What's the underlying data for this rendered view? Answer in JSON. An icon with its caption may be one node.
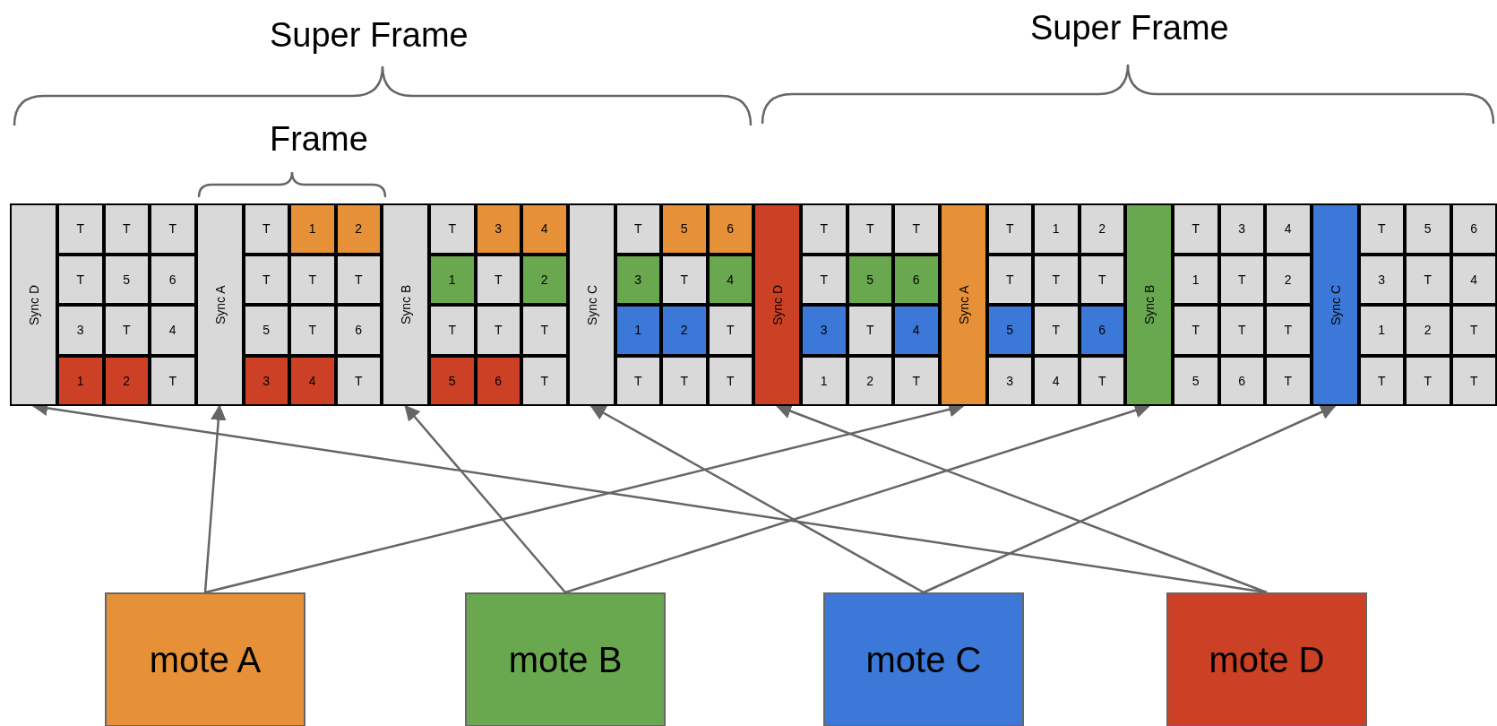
{
  "diagram": {
    "nodes": [
      {
        "text": [
          "Sync D"
        ]
      },
      {
        "text": [
          "T"
        ]
      },
      {
        "text": [
          "T"
        ]
      },
      {
        "text": [
          "T"
        ]
      },
      {
        "text": [
          "T"
        ]
      },
      {
        "text": [
          "5"
        ]
      },
      {
        "text": [
          "6"
        ]
      },
      {
        "text": [
          "3"
        ]
      },
      {
        "text": [
          "T"
        ]
      },
      {
        "text": [
          "4"
        ]
      },
      {
        "text": [
          "1"
        ]
      },
      {
        "text": [
          "2"
        ]
      },
      {
        "text": [
          "T"
        ]
      },
      {
        "text": [
          "Sync A"
        ]
      },
      {
        "text": [
          "T"
        ]
      },
      {
        "text": [
          "1"
        ]
      },
      {
        "text": [
          "2"
        ]
      },
      {
        "text": [
          "T"
        ]
      },
      {
        "text": [
          "T"
        ]
      },
      {
        "text": [
          "T"
        ]
      },
      {
        "text": [
          "5"
        ]
      },
      {
        "text": [
          "T"
        ]
      },
      {
        "text": [
          "6"
        ]
      },
      {
        "text": [
          "3"
        ]
      },
      {
        "text": [
          "4"
        ]
      },
      {
        "text": [
          "T"
        ]
      },
      {
        "text": [
          "Sync B"
        ]
      },
      {
        "text": [
          "T"
        ]
      },
      {
        "text": [
          "3"
        ]
      },
      {
        "text": [
          "4"
        ]
      },
      {
        "text": [
          "1"
        ]
      },
      {
        "text": [
          "T"
        ]
      },
      {
        "text": [
          "2"
        ]
      },
      {
        "text": [
          "T"
        ]
      },
      {
        "text": [
          "T"
        ]
      },
      {
        "text": [
          "T"
        ]
      },
      {
        "text": [
          "5"
        ]
      },
      {
        "text": [
          "6"
        ]
      },
      {
        "text": [
          "T"
        ]
      },
      {
        "text": [
          "Sync C"
        ]
      },
      {
        "text": [
          "T"
        ]
      },
      {
        "text": [
          "5"
        ]
      },
      {
        "text": [
          "6"
        ]
      },
      {
        "text": [
          "3"
        ]
      },
      {
        "text": [
          "T"
        ]
      },
      {
        "text": [
          "4"
        ]
      },
      {
        "text": [
          "1"
        ]
      },
      {
        "text": [
          "2"
        ]
      },
      {
        "text": [
          "T"
        ]
      },
      {
        "text": [
          "T"
        ]
      },
      {
        "text": [
          "T"
        ]
      },
      {
        "text": [
          "T"
        ]
      },
      {
        "text": [
          "Sync D"
        ]
      },
      {
        "text": [
          "T"
        ]
      },
      {
        "text": [
          "T"
        ]
      },
      {
        "text": [
          "T"
        ]
      },
      {
        "text": [
          "T"
        ]
      },
      {
        "text": [
          "5"
        ]
      },
      {
        "text": [
          "6"
        ]
      },
      {
        "text": [
          "3"
        ]
      },
      {
        "text": [
          "T"
        ]
      },
      {
        "text": [
          "4"
        ]
      },
      {
        "text": [
          "1"
        ]
      },
      {
        "text": [
          "2"
        ]
      },
      {
        "text": [
          "T"
        ]
      },
      {
        "text": [
          "Sync A"
        ]
      },
      {
        "text": [
          "T"
        ]
      },
      {
        "text": [
          "1"
        ]
      },
      {
        "text": [
          "2"
        ]
      },
      {
        "text": [
          "T"
        ]
      },
      {
        "text": [
          "T"
        ]
      },
      {
        "text": [
          "T"
        ]
      },
      {
        "text": [
          "5"
        ]
      },
      {
        "text": [
          "T"
        ]
      },
      {
        "text": [
          "6"
        ]
      },
      {
        "text": [
          "3"
        ]
      },
      {
        "text": [
          "4"
        ]
      },
      {
        "text": [
          "T"
        ]
      },
      {
        "text": [
          "Sync B"
        ]
      },
      {
        "text": [
          "T"
        ]
      },
      {
        "text": [
          "3"
        ]
      },
      {
        "text": [
          "4"
        ]
      },
      {
        "text": [
          "1"
        ]
      },
      {
        "text": [
          "T"
        ]
      },
      {
        "text": [
          "2"
        ]
      },
      {
        "text": [
          "T"
        ]
      },
      {
        "text": [
          "T"
        ]
      },
      {
        "text": [
          "T"
        ]
      },
      {
        "text": [
          "5"
        ]
      },
      {
        "text": [
          "6"
        ]
      },
      {
        "text": [
          "T"
        ]
      },
      {
        "text": [
          "Sync C"
        ]
      },
      {
        "text": [
          "T"
        ]
      },
      {
        "text": [
          "5"
        ]
      },
      {
        "text": [
          "6"
        ]
      },
      {
        "text": [
          "3"
        ]
      },
      {
        "text": [
          "T"
        ]
      },
      {
        "text": [
          "4"
        ]
      },
      {
        "text": [
          "1"
        ]
      },
      {
        "text": [
          "2"
        ]
      },
      {
        "text": [
          "T"
        ]
      },
      {
        "text": [
          "T"
        ]
      },
      {
        "text": [
          "T"
        ]
      },
      {
        "text": [
          "T"
        ]
      },
      {
        "text": [
          "mote A"
        ]
      },
      {
        "text": [
          "mote B"
        ]
      },
      {
        "text": [
          "mote C"
        ]
      },
      {
        "text": [
          "mote D"
        ]
      }
    ],
    "edges": [
      {
        "from": 107,
        "to": 0,
        "arrow": "to"
      },
      {
        "from": 104,
        "to": 13,
        "arrow": "to"
      },
      {
        "from": 105,
        "to": 26,
        "arrow": "to"
      },
      {
        "from": 106,
        "to": 39,
        "arrow": "to"
      },
      {
        "from": 107,
        "to": 52,
        "arrow": "to"
      },
      {
        "from": 104,
        "to": 65,
        "arrow": "to"
      },
      {
        "from": 105,
        "to": 78,
        "arrow": "to"
      },
      {
        "from": 106,
        "to": 91,
        "arrow": "to"
      }
    ],
    "labels": [
      "Super Frame",
      "Super Frame",
      "Frame"
    ]
  }
}
